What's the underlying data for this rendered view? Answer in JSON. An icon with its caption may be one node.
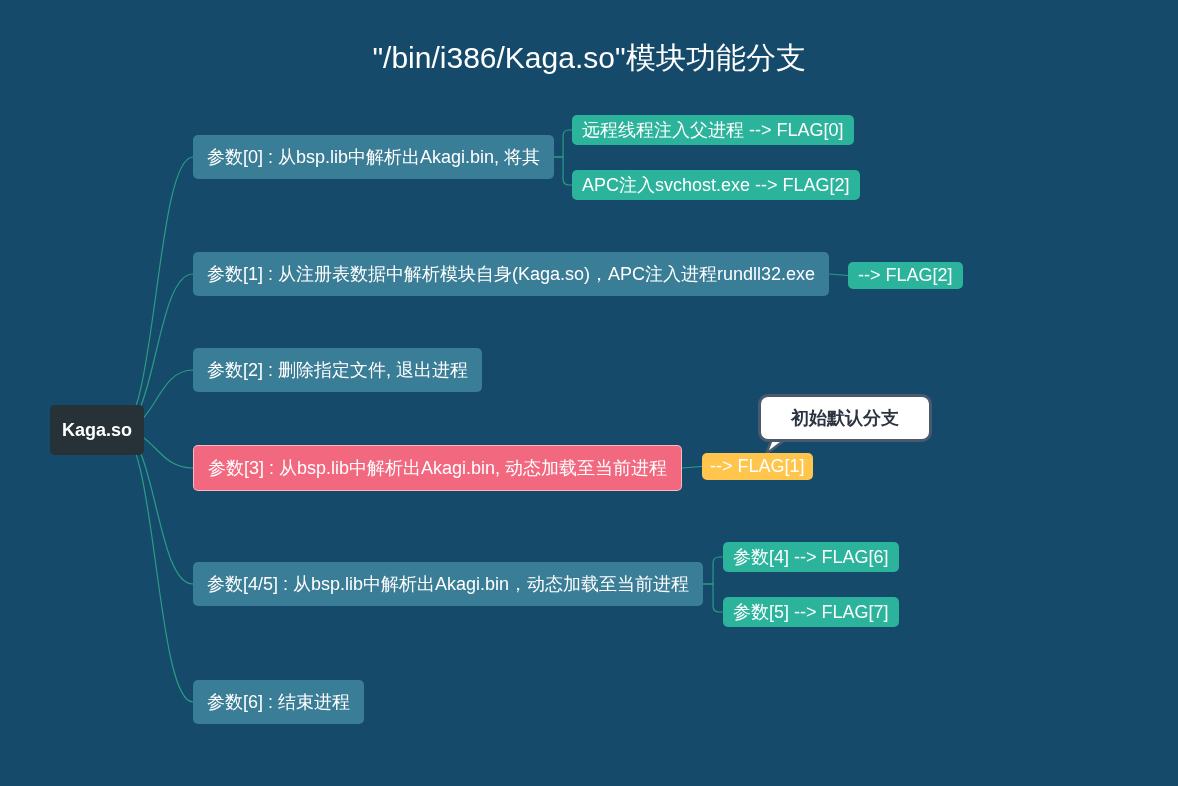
{
  "diagram": {
    "title": "\"/bin/i386/Kaga.so\"模块功能分支",
    "nodes": [
      {
        "text": [
          "Kaga.so"
        ]
      },
      {
        "text": [
          "参数[0] : 从bsp.lib中解析出Akagi.bin, 将其"
        ]
      },
      {
        "text": [
          "远程线程注入父进程 --> FLAG[0]"
        ]
      },
      {
        "text": [
          "APC注入svchost.exe --> FLAG[2]"
        ]
      },
      {
        "text": [
          "参数[1] : 从注册表数据中解析模块自身(Kaga.so)，APC注入进程rundll32.exe"
        ]
      },
      {
        "text": [
          "--> FLAG[2]"
        ]
      },
      {
        "text": [
          "参数[2] :  删除指定文件, 退出进程"
        ]
      },
      {
        "text": [
          "参数[3] : 从bsp.lib中解析出Akagi.bin, 动态加载至当前进程"
        ]
      },
      {
        "text": [
          "--> FLAG[1]"
        ]
      },
      {
        "text": [
          "初始默认分支"
        ]
      },
      {
        "text": [
          "参数[4/5] : 从bsp.lib中解析出Akagi.bin，动态加载至当前进程"
        ]
      },
      {
        "text": [
          "参数[4]  --> FLAG[6]"
        ]
      },
      {
        "text": [
          "参数[5]  --> FLAG[7]"
        ]
      },
      {
        "text": [
          "参数[6] : 结束进程"
        ]
      }
    ],
    "edges": [
      {
        "from": 0,
        "to": 1,
        "arrow": "none"
      },
      {
        "from": 1,
        "to": 2,
        "arrow": "none"
      },
      {
        "from": 1,
        "to": 3,
        "arrow": "none"
      },
      {
        "from": 0,
        "to": 4,
        "arrow": "none"
      },
      {
        "from": 4,
        "to": 5,
        "arrow": "none"
      },
      {
        "from": 0,
        "to": 6,
        "arrow": "none"
      },
      {
        "from": 0,
        "to": 7,
        "arrow": "none"
      },
      {
        "from": 7,
        "to": 8,
        "arrow": "none"
      },
      {
        "from": 0,
        "to": 10,
        "arrow": "none"
      },
      {
        "from": 10,
        "to": 11,
        "arrow": "none"
      },
      {
        "from": 10,
        "to": 12,
        "arrow": "none"
      },
      {
        "from": 0,
        "to": 13,
        "arrow": "none"
      }
    ]
  }
}
